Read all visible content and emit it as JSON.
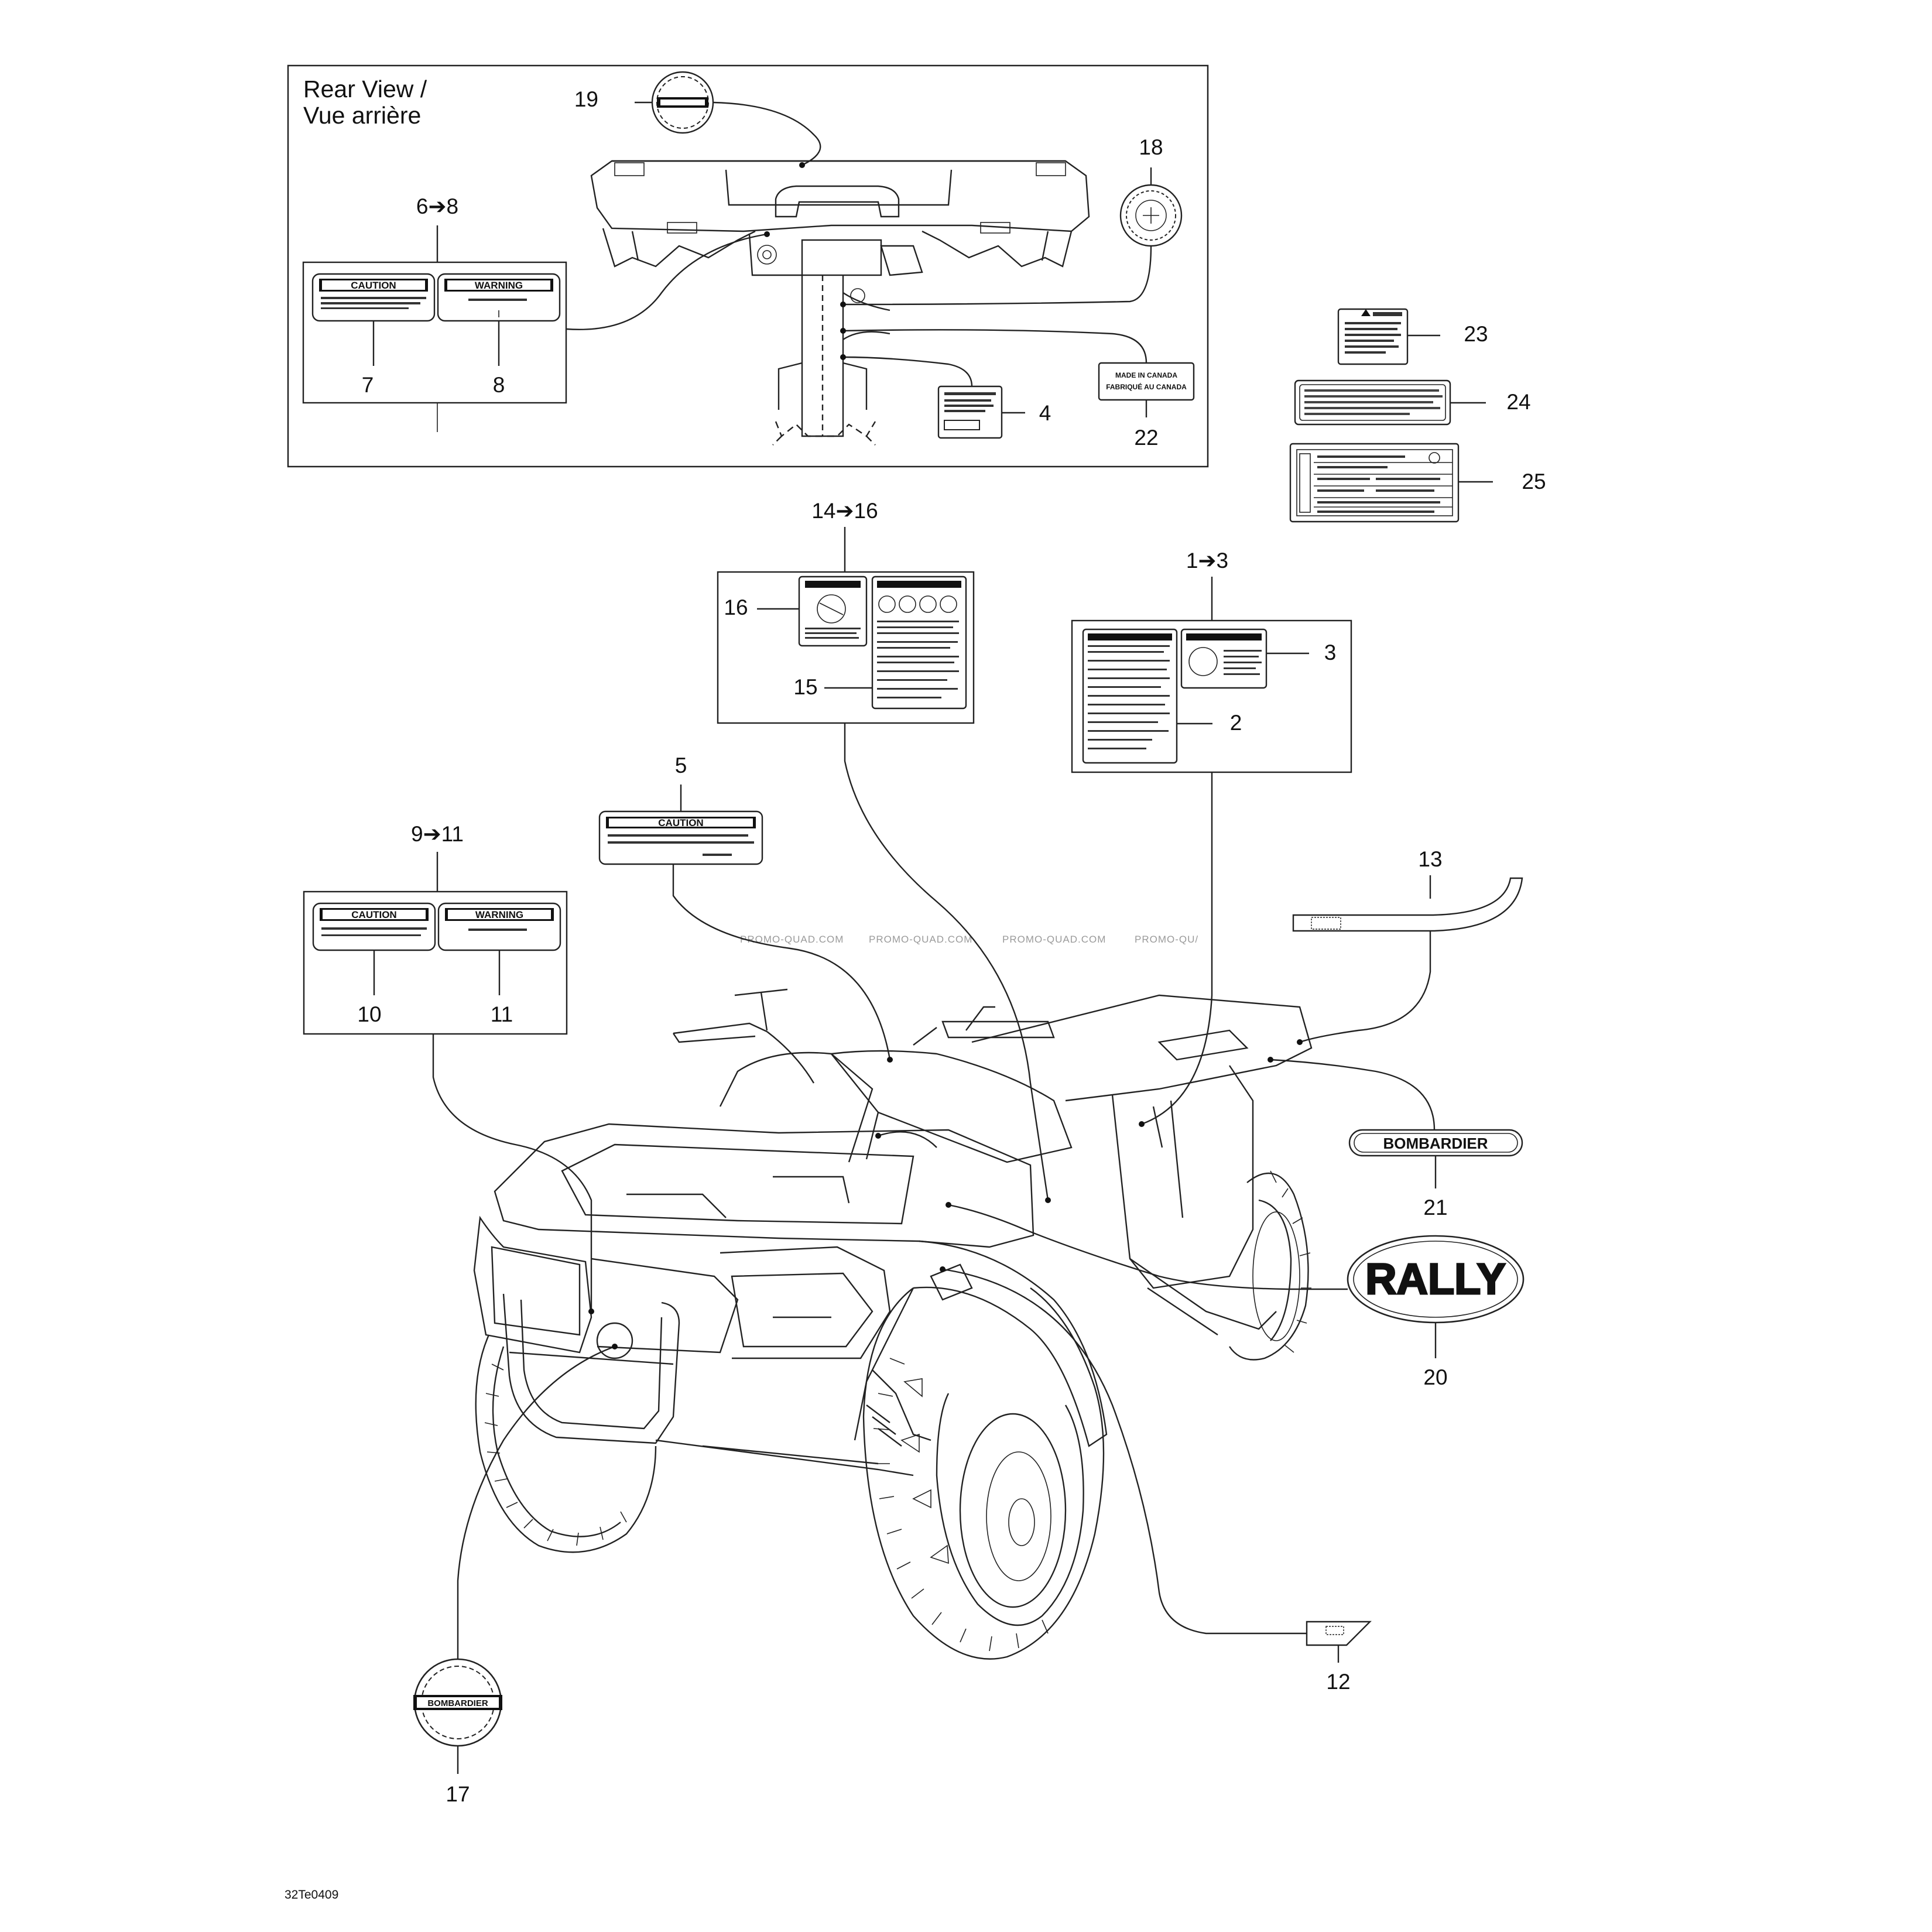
{
  "rear_view": {
    "title_line1": "Rear View /",
    "title_line2": "Vue arrière"
  },
  "callouts": {
    "c1_3": "1➔3",
    "c2": "2",
    "c3": "3",
    "c4": "4",
    "c5": "5",
    "c6_8": "6➔8",
    "c7": "7",
    "c8": "8",
    "c9_11": "9➔11",
    "c10": "10",
    "c11": "11",
    "c12": "12",
    "c13": "13",
    "c14_16": "14➔16",
    "c15": "15",
    "c16": "16",
    "c17": "17",
    "c18": "18",
    "c19": "19",
    "c20": "20",
    "c21": "21",
    "c22": "22",
    "c23": "23",
    "c24": "24",
    "c25": "25"
  },
  "labels": {
    "caution": "CAUTION",
    "warning": "WARNING",
    "made_in_canada": "MADE IN CANADA",
    "fabrique_au_canada": "FABRIQUÉ AU CANADA",
    "bombardier": "BOMBARDIER",
    "rally": "RALLY"
  },
  "watermarks": [
    "PROMO-QUAD.COM",
    "PROMO-QUAD.COM",
    "PROMO-QUAD.COM",
    "PROMO-QU/"
  ],
  "drawing_code": "32Te0409"
}
